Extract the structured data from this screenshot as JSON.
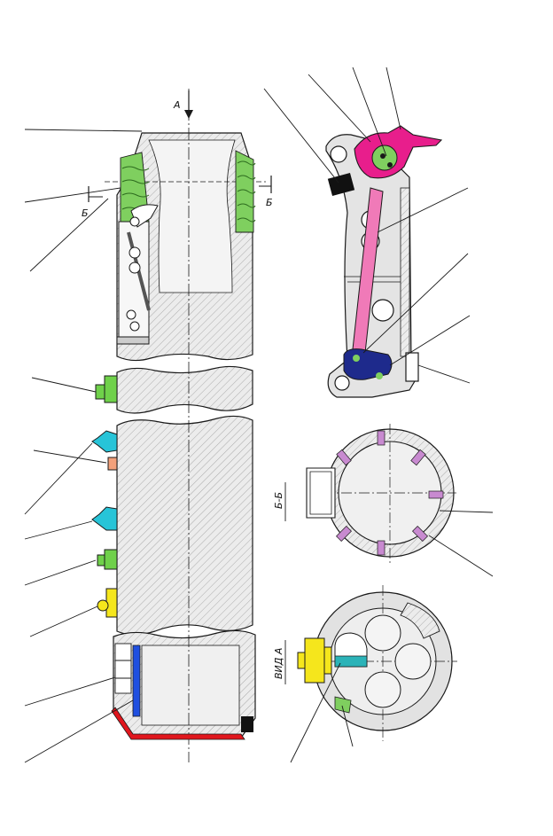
{
  "labels": {
    "view_arrow": "А",
    "section_mark_left": "Б",
    "section_mark_right": "Б",
    "section_title": "Б-Б",
    "view_title": "ВИД А"
  },
  "colors": {
    "background": "#ffffff",
    "line": "#1a1a1a",
    "body_fill": "#e6e6e6",
    "green": "#7fcf5f",
    "green_dark": "#3f9a2b",
    "magenta": "#e81e8c",
    "pink": "#f07ab8",
    "navy": "#1e2a8c",
    "cyan": "#27c4d8",
    "salmon": "#f2a07a",
    "yellow": "#f5e61c",
    "red": "#e0161d",
    "blue": "#1f4fe0",
    "black": "#111111"
  }
}
